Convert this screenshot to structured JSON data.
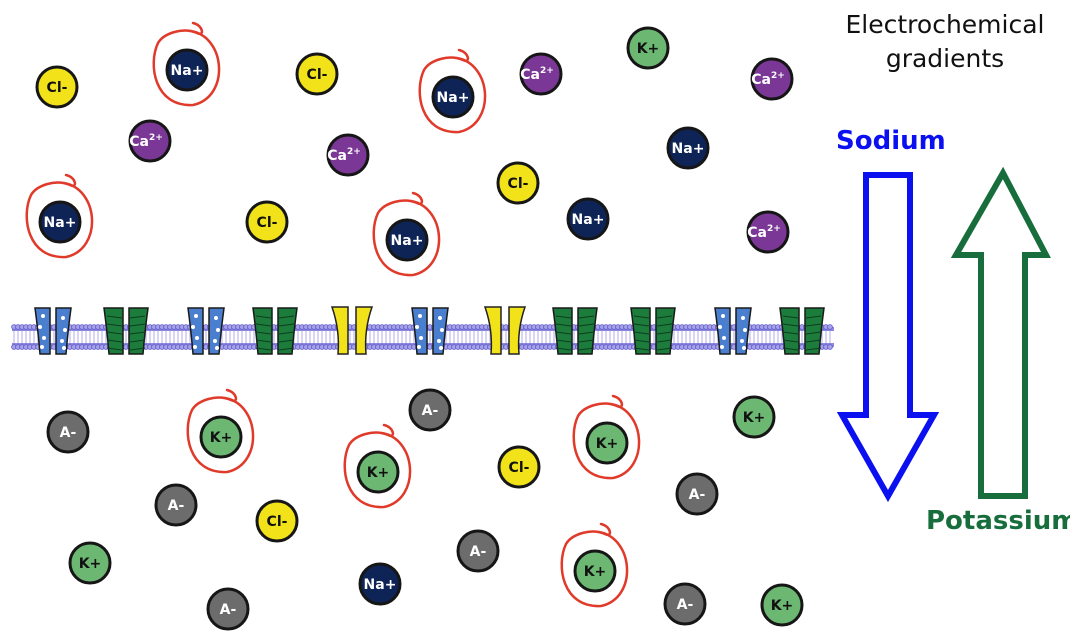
{
  "title": {
    "line1": "Electrochemical",
    "line2": "gradients"
  },
  "arrows": {
    "sodium": {
      "label": "Sodium",
      "color": "#0a10f0",
      "direction": "down"
    },
    "potassium": {
      "label": "Potassium",
      "color": "#186d3c",
      "direction": "up"
    }
  },
  "ion_colors": {
    "Na+": {
      "fill": "#0e2456",
      "text": "#ffffff"
    },
    "K+": {
      "fill": "#6cb873",
      "text": "#111111"
    },
    "Cl-": {
      "fill": "#f2e21a",
      "text": "#111111"
    },
    "A-": {
      "fill": "#6c6c6c",
      "text": "#ffffff"
    },
    "Ca": {
      "fill": "#7a3795",
      "text": "#ffffff"
    }
  },
  "channel_colors": {
    "blue": "#4a7fd0",
    "green": "#1c7c3c",
    "yellow": "#f2e21a"
  },
  "annotation_color": "#e03a2a",
  "ions_above": [
    {
      "label": "Cl-",
      "type": "Cl-"
    },
    {
      "label": "Na+",
      "type": "Na+",
      "circled": true
    },
    {
      "label": "Cl-",
      "type": "Cl-"
    },
    {
      "label": "Na+",
      "type": "Na+",
      "circled": true
    },
    {
      "label": "Ca",
      "sup": "2+",
      "type": "Ca"
    },
    {
      "label": "K+",
      "type": "K+"
    },
    {
      "label": "Ca",
      "sup": "2+",
      "type": "Ca"
    },
    {
      "label": "Ca",
      "sup": "2+",
      "type": "Ca"
    },
    {
      "label": "Ca",
      "sup": "2+",
      "type": "Ca"
    },
    {
      "label": "Na+",
      "type": "Na+"
    },
    {
      "label": "Cl-",
      "type": "Cl-"
    },
    {
      "label": "Na+",
      "type": "Na+",
      "circled": true
    },
    {
      "label": "Cl-",
      "type": "Cl-"
    },
    {
      "label": "Na+",
      "type": "Na+",
      "circled": true
    },
    {
      "label": "Na+",
      "type": "Na+"
    },
    {
      "label": "Ca",
      "sup": "2+",
      "type": "Ca"
    }
  ],
  "ions_below": [
    {
      "label": "A-",
      "type": "A-"
    },
    {
      "label": "K+",
      "type": "K+",
      "circled": true
    },
    {
      "label": "A-",
      "type": "A-"
    },
    {
      "label": "K+",
      "type": "K+",
      "circled": true
    },
    {
      "label": "K+",
      "type": "K+",
      "circled": true
    },
    {
      "label": "K+",
      "type": "K+"
    },
    {
      "label": "A-",
      "type": "A-"
    },
    {
      "label": "Cl-",
      "type": "Cl-"
    },
    {
      "label": "Cl-",
      "type": "Cl-"
    },
    {
      "label": "A-",
      "type": "A-"
    },
    {
      "label": "K+",
      "type": "K+"
    },
    {
      "label": "A-",
      "type": "A-"
    },
    {
      "label": "K+",
      "type": "K+",
      "circled": true
    },
    {
      "label": "Na+",
      "type": "Na+"
    },
    {
      "label": "A-",
      "type": "A-"
    },
    {
      "label": "A-",
      "type": "A-"
    },
    {
      "label": "K+",
      "type": "K+"
    }
  ],
  "channels": [
    "blue",
    "green",
    "blue",
    "green",
    "yellow",
    "blue",
    "yellow",
    "green",
    "green",
    "blue",
    "green"
  ]
}
